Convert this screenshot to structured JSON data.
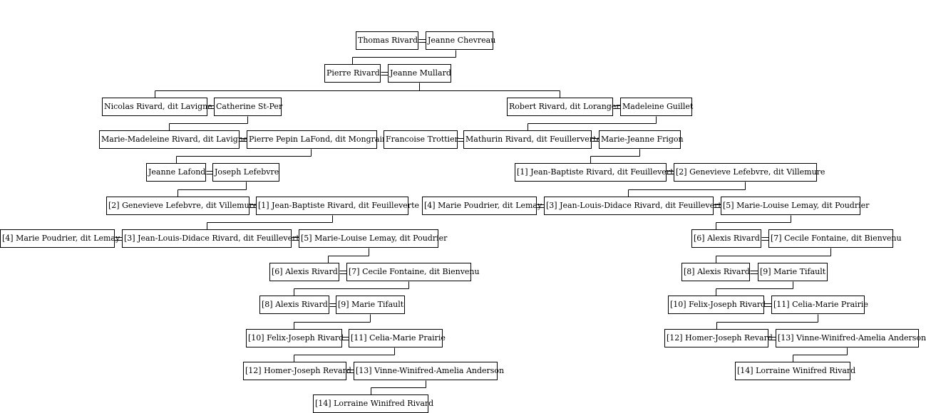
{
  "people": {
    "thomas_rivard": "Thomas Rivard",
    "jeanne_chevreau": "Jeanne Chevreau",
    "pierre_rivard": "Pierre Rivard",
    "jeanne_mullard": "Jeanne Mullard",
    "nicolas_rivard": "Nicolas Rivard, dit Lavigne",
    "catherine_stper": "Catherine St-Per",
    "robert_rivard": "Robert Rivard, dit Loranger",
    "madeleine_guillet": "Madeleine Guillet",
    "marie_madeleine_rivard": "Marie-Madeleine Rivard, dit Lavigne",
    "pierre_pepin_lafond": "Pierre Pepin LaFond, dit Mongrain",
    "francoise_trottier": "Francoise Trottier",
    "mathurin_rivard": "Mathurin Rivard, dit Feuillerverte",
    "marie_jeanne_frigon": "Marie-Jeanne Frigon",
    "jeanne_lafond": "Jeanne Lafond",
    "joseph_lefebvre": "Joseph Lefebvre",
    "jean_baptiste_rivard": "[1] Jean-Baptiste Rivard, dit Feuilleverte",
    "genevieve_lefebvre": "[2] Genevieve Lefebvre, dit Villemure",
    "marie_poudrier": "[4] Marie Poudrier, dit Lemay",
    "jean_louis_didace_rivard": "[3] Jean-Louis-Didace Rivard, dit Feuilleverte",
    "marie_louise_lemay": "[5] Marie-Louise Lemay, dit Poudrier",
    "alexis_rivard_6": "[6] Alexis Rivard",
    "cecile_fontaine": "[7] Cecile Fontaine, dit Bienvenu",
    "alexis_rivard_8": "[8] Alexis Rivard",
    "marie_tifault": "[9] Marie Tifault",
    "felix_joseph_rivard": "[10] Felix-Joseph Rivard",
    "celia_marie_prairie": "[11] Celia-Marie Prairie",
    "homer_joseph_revard": "[12] Homer-Joseph Revard",
    "vinne_winifred_anderson": "[13] Vinne-Winifred-Amelia Anderson",
    "lorraine_rivard": "[14] Lorraine Winifred Rivard"
  }
}
